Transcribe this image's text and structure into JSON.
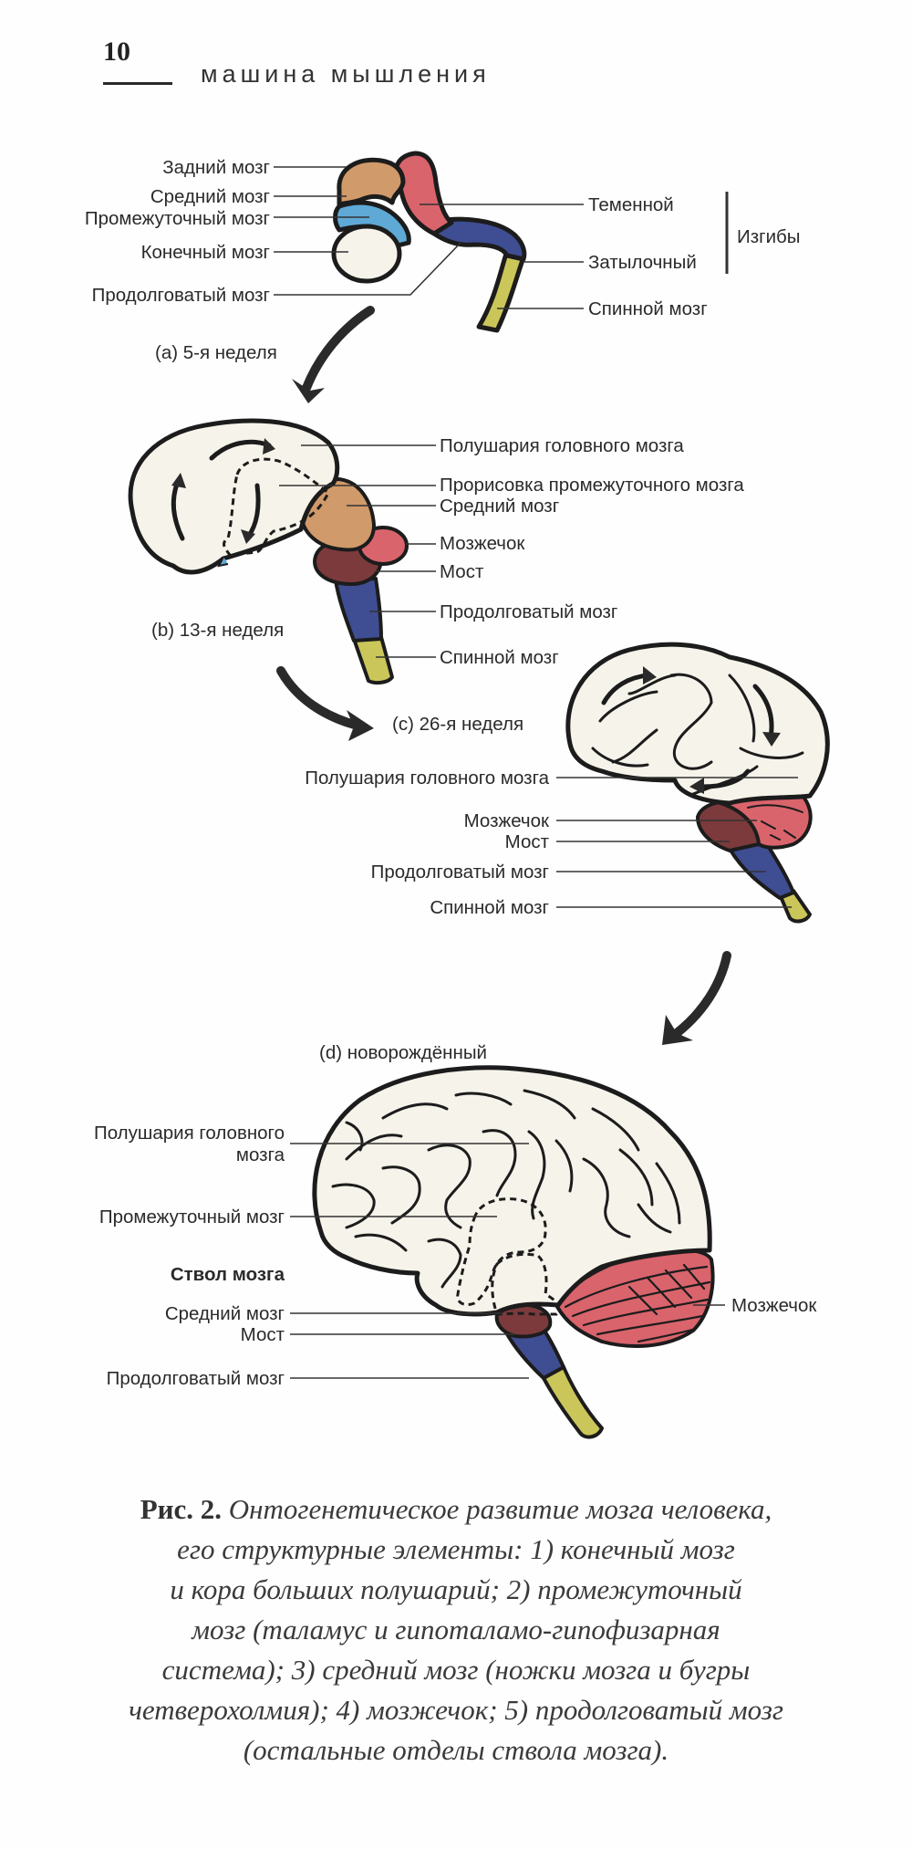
{
  "page": {
    "number": "10",
    "running_title": "машина мышления"
  },
  "colors": {
    "telencephalon": "#f6f3ea",
    "diencephalon": "#5fa9d6",
    "midbrain": "#d19a6a",
    "hindbrain_cerebellum": "#d9646c",
    "pons": "#7c3a3c",
    "medulla": "#3f4d92",
    "spinal_cord": "#cbc65a",
    "outline": "#1c1c1c"
  },
  "figure": {
    "stage_a": {
      "caption": "(a) 5-я неделя",
      "labels_left": [
        "Задний мозг",
        "Средний мозг",
        "Промежуточный мозг",
        "Конечный мозг",
        "Продолговатый мозг"
      ],
      "labels_right": [
        "Теменной",
        "Затылочный",
        "Спинной мозг"
      ],
      "bracket_label": "Изгибы"
    },
    "stage_b": {
      "caption": "(b) 13-я неделя",
      "labels": [
        "Полушария головного мозга",
        "Прорисовка промежуточного мозга",
        "Средний мозг",
        "Мозжечок",
        "Мост",
        "Продолговатый мозг",
        "Спинной мозг"
      ]
    },
    "stage_c": {
      "caption": "(c) 26-я неделя",
      "labels": [
        "Полушария головного мозга",
        "Мозжечок",
        "Мост",
        "Продолговатый мозг",
        "Спинной мозг"
      ]
    },
    "stage_d": {
      "caption": "(d) новорождённый",
      "label_hemispheres_line1": "Полушария головного",
      "label_hemispheres_line2": "мозга",
      "label_diencephalon": "Промежуточный мозг",
      "label_brainstem": "Ствол мозга",
      "label_midbrain": "Средний мозг",
      "label_pons": "Мост",
      "label_medulla": "Продолговатый мозг",
      "label_cerebellum": "Мозжечок"
    }
  },
  "caption": {
    "label": "Рис. 2.",
    "lines": [
      " Онтогенетическое развитие мозга человека,",
      "его структурные элементы: 1) конечный мозг",
      "и кора больших полушарий; 2) промежуточный",
      "мозг (таламус и гипоталамо-гипофизарная",
      "система); 3) средний мозг (ножки мозга и бугры",
      "четверохолмия); 4) мозжечок; 5) продолговатый мозг",
      "(остальные отделы ствола мозга)."
    ]
  }
}
